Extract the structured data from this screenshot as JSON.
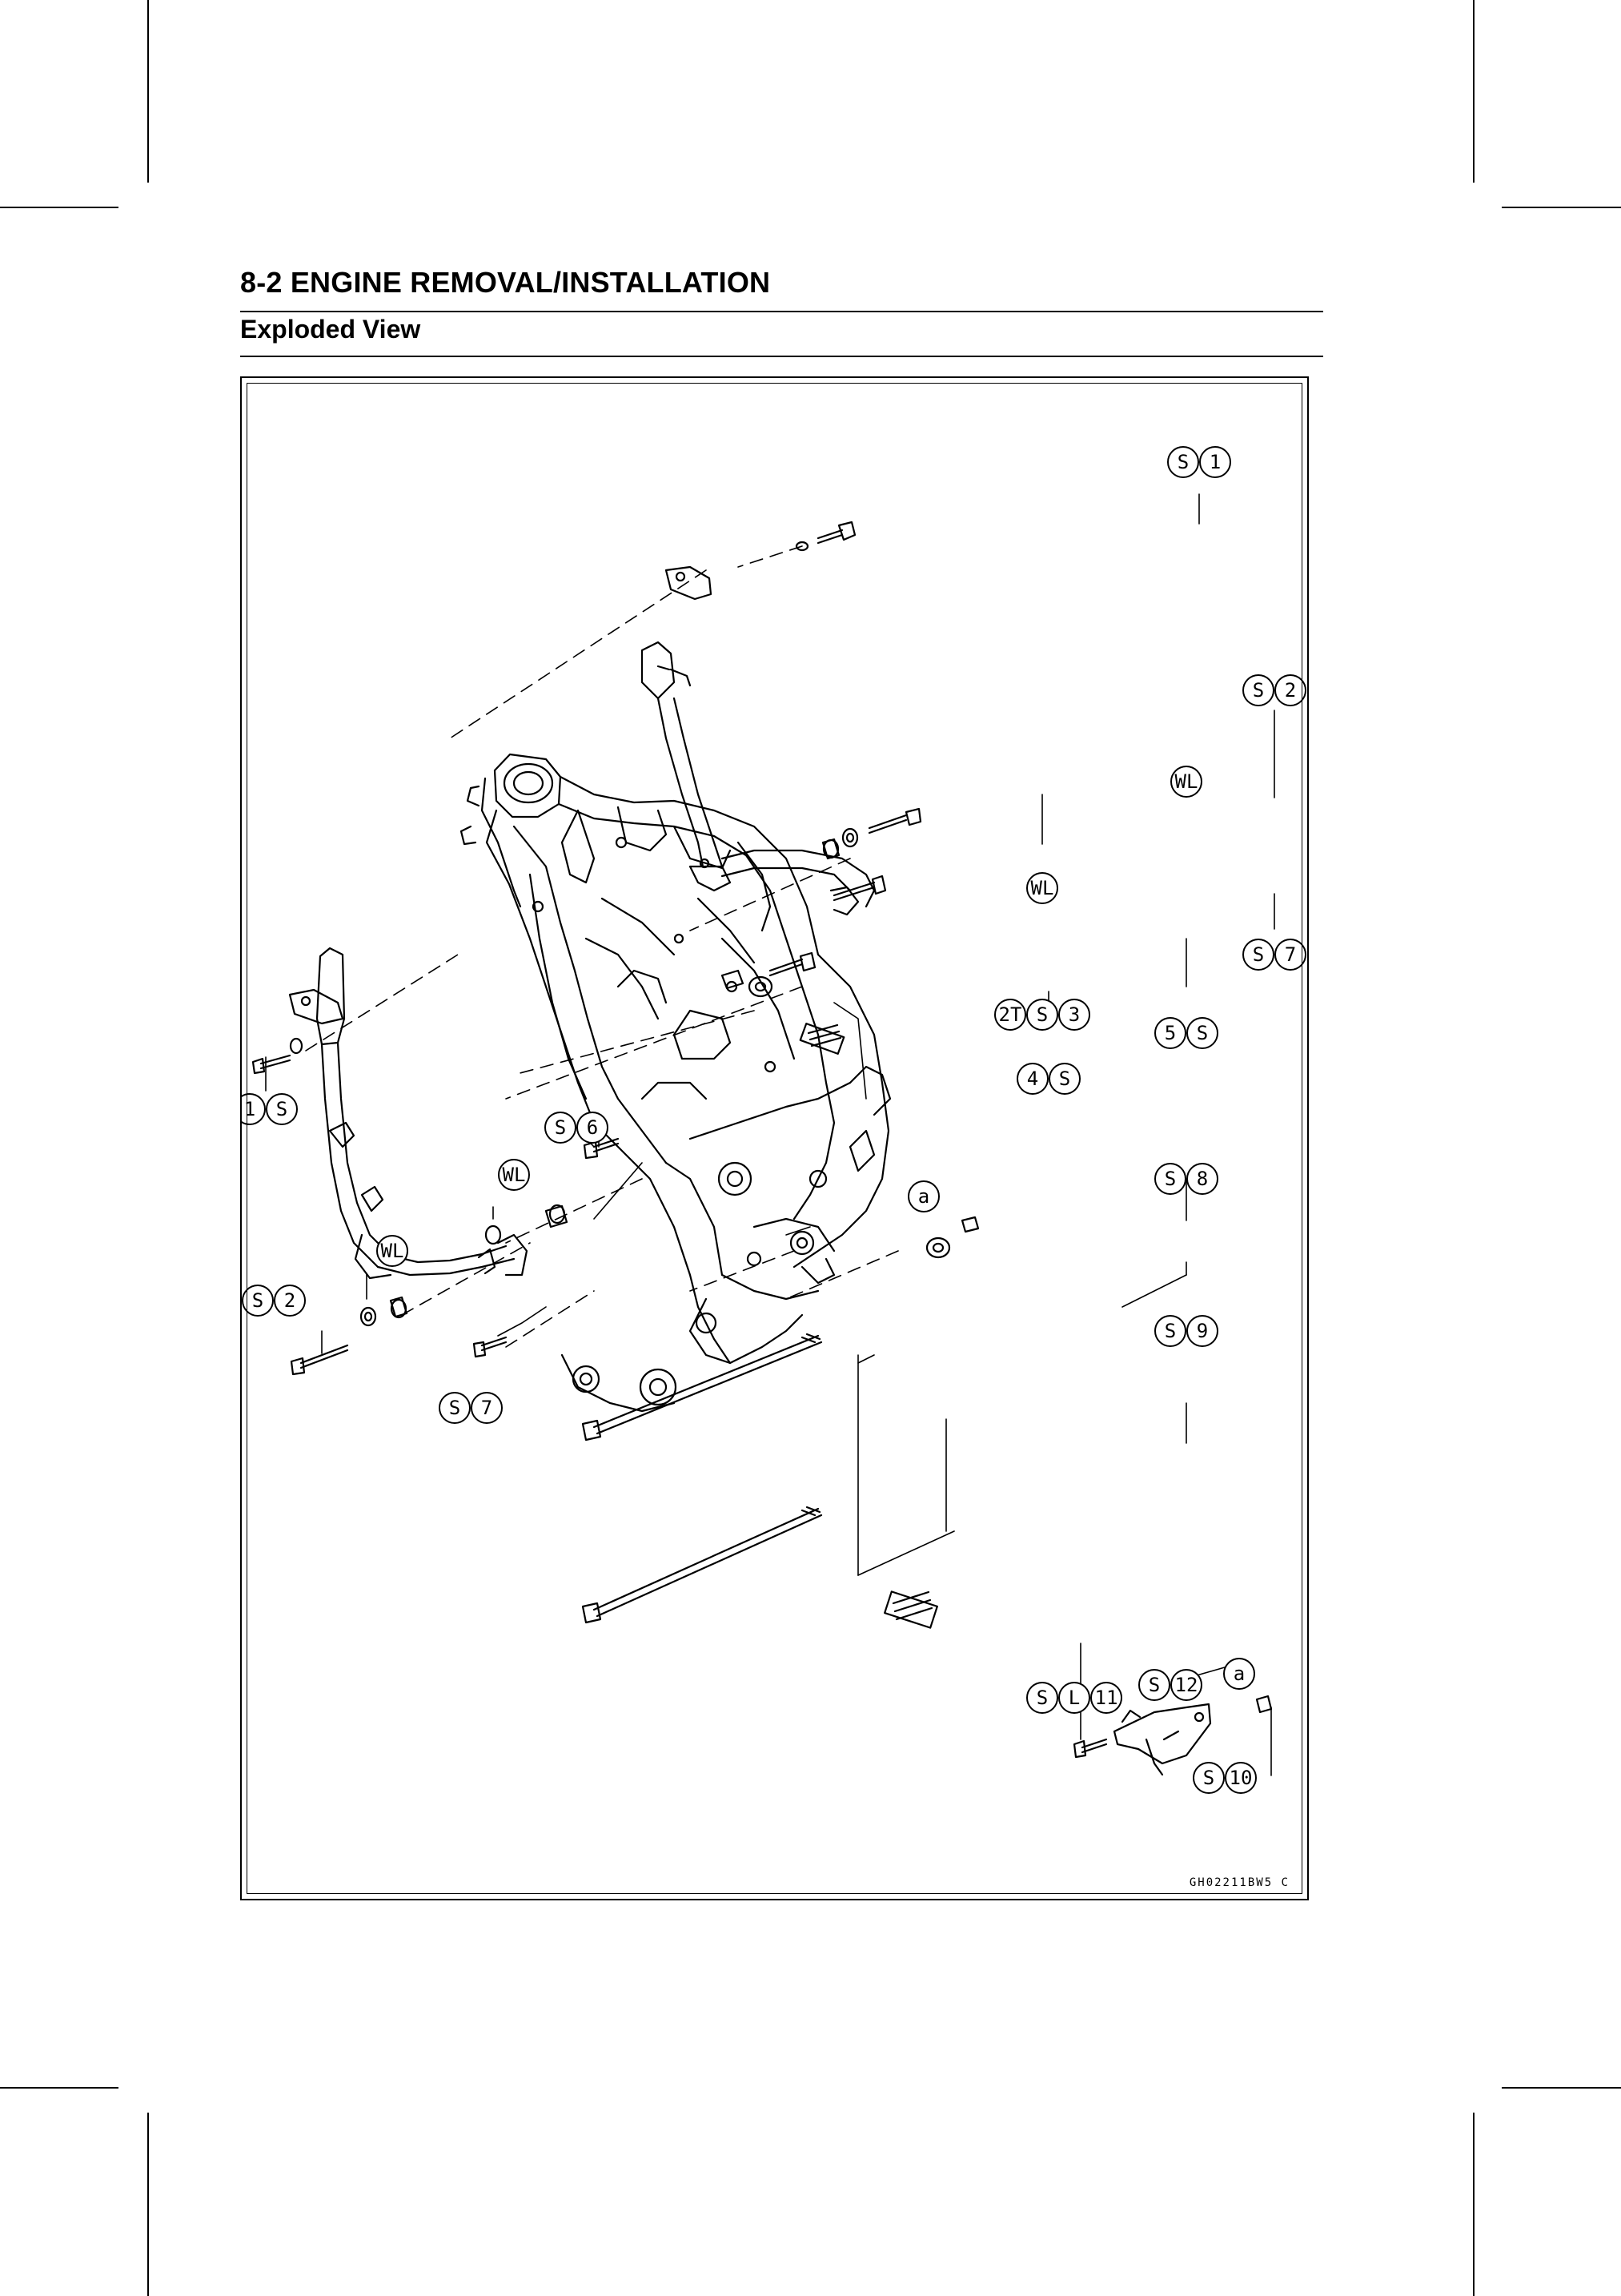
{
  "header": {
    "section_title": "8-2 ENGINE REMOVAL/INSTALLATION",
    "subsection_title": "Exploded View"
  },
  "figure": {
    "figure_code": "GH02211BW5 C",
    "callouts": [
      {
        "id": "c1",
        "tokens": [
          "S",
          "1"
        ]
      },
      {
        "id": "c2",
        "tokens": [
          "S",
          "2"
        ]
      },
      {
        "id": "c3",
        "tokens": [
          "WL"
        ]
      },
      {
        "id": "c4",
        "tokens": [
          "WL"
        ]
      },
      {
        "id": "c5",
        "tokens": [
          "S",
          "7"
        ]
      },
      {
        "id": "c6",
        "tokens": [
          "2T",
          "S",
          "3"
        ]
      },
      {
        "id": "c7",
        "tokens": [
          "5",
          "S"
        ]
      },
      {
        "id": "c8",
        "tokens": [
          "4",
          "S"
        ]
      },
      {
        "id": "c9",
        "tokens": [
          "1",
          "S"
        ]
      },
      {
        "id": "c10",
        "tokens": [
          "S",
          "6"
        ]
      },
      {
        "id": "c11",
        "tokens": [
          "WL"
        ]
      },
      {
        "id": "c12",
        "tokens": [
          "S",
          "8"
        ]
      },
      {
        "id": "c13",
        "tokens": [
          "a"
        ]
      },
      {
        "id": "c14",
        "tokens": [
          "WL"
        ]
      },
      {
        "id": "c15",
        "tokens": [
          "S",
          "2"
        ]
      },
      {
        "id": "c16",
        "tokens": [
          "S",
          "9"
        ]
      },
      {
        "id": "c17",
        "tokens": [
          "S",
          "7"
        ]
      },
      {
        "id": "c18",
        "tokens": [
          "S",
          "12"
        ]
      },
      {
        "id": "c19",
        "tokens": [
          "S",
          "L",
          "11"
        ]
      },
      {
        "id": "c20",
        "tokens": [
          "a"
        ]
      },
      {
        "id": "c21",
        "tokens": [
          "S",
          "10"
        ]
      }
    ]
  }
}
